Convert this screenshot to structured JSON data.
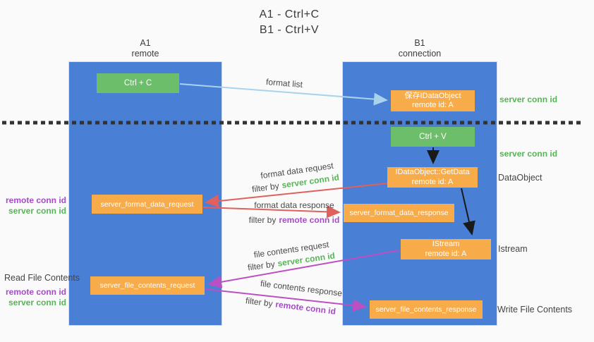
{
  "title": {
    "line1": "A1 - Ctrl+C",
    "line2": "B1 - Ctrl+V"
  },
  "lanes": {
    "left": {
      "name": "A1",
      "role": "remote"
    },
    "right": {
      "name": "B1",
      "role": "connection"
    }
  },
  "nodes": {
    "ctrl_c": "Ctrl + C",
    "ctrl_v": "Ctrl + V",
    "save_idataobject": {
      "line1": "保存IDataObject",
      "line2": "remote id: A"
    },
    "getdata": {
      "line1": "IDataObject::GetData",
      "line2": "remote id: A"
    },
    "istream": {
      "line1": "IStream",
      "line2": "remote id: A"
    },
    "format_request": "server_format_data_request",
    "format_response": "server_format_data_response",
    "file_request": "server_file_contents_request",
    "file_response": "server_file_contents_response"
  },
  "labels": {
    "format_list": "format list",
    "format_data_request": "format data request",
    "format_data_response": "format data response",
    "file_contents_request": "file contents request",
    "file_contents_response": "file contents response",
    "filter_by": "filter by",
    "server_conn_id": "server conn id",
    "remote_conn_id": "remote conn id"
  },
  "annotations": {
    "server_conn_id_top": "server conn id",
    "server_conn_id_ctrlv": "server conn id",
    "dataobject": "DataObject",
    "istream": "Istream",
    "write_file_contents": "Write File Contents",
    "read_file_contents": "Read File Contents",
    "remote_conn_id_mid": "remote conn id",
    "server_conn_id_mid": "server conn id",
    "remote_conn_id_bottom": "remote conn id",
    "server_conn_id_bottom": "server conn id"
  },
  "colors": {
    "lane_blue": "#4a7fd6",
    "node_green": "#6cbe6a",
    "node_orange": "#f8ab49",
    "text_green": "#56b556",
    "text_purple": "#a54cc5",
    "arrow_red": "#e0605d",
    "arrow_magenta": "#bc4fc2",
    "arrow_lightblue": "#a9d2ed",
    "arrow_black": "#1a1a1a",
    "separator": "#333333"
  }
}
